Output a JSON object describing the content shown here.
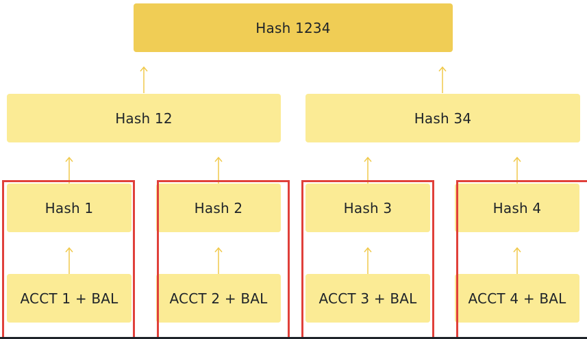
{
  "diagram": {
    "root": {
      "label": "Hash 1234"
    },
    "level1": [
      {
        "label": "Hash 12"
      },
      {
        "label": "Hash 34"
      }
    ],
    "leaves": [
      {
        "label": "Hash 1"
      },
      {
        "label": "Hash 2"
      },
      {
        "label": "Hash 3"
      },
      {
        "label": "Hash 4"
      }
    ],
    "accounts": [
      {
        "label": "ACCT 1 + BAL"
      },
      {
        "label": "ACCT 2 + BAL"
      },
      {
        "label": "ACCT 3 + BAL"
      },
      {
        "label": "ACCT 4 + BAL"
      }
    ],
    "colors": {
      "root_fill": "#f0cd55",
      "node_fill": "#fbeb95",
      "arrow": "#f0c94a",
      "highlight": "#e0403a",
      "text": "#1e2329"
    }
  }
}
